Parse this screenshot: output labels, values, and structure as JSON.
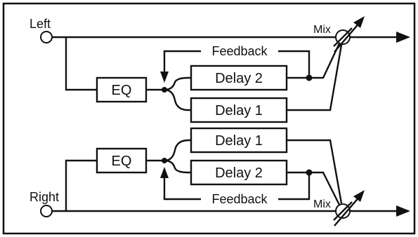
{
  "inputs": {
    "left": "Left",
    "right": "Right"
  },
  "top_channel": {
    "eq": "EQ",
    "delay_upper": "Delay 2",
    "delay_lower": "Delay 1",
    "feedback": "Feedback",
    "mix": "Mix"
  },
  "bottom_channel": {
    "eq": "EQ",
    "delay_upper": "Delay 1",
    "delay_lower": "Delay 2",
    "feedback": "Feedback",
    "mix": "Mix"
  },
  "colors": {
    "ink": "#111111",
    "paper": "#ffffff"
  }
}
